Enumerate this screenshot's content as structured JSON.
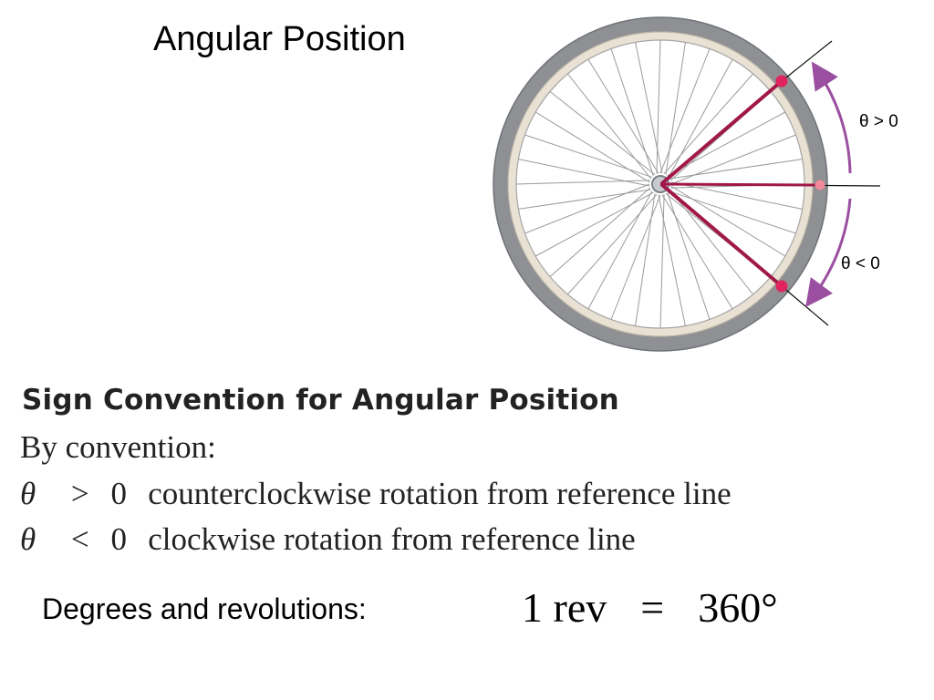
{
  "title": "Angular Position",
  "figure": {
    "label_positive": "θ > 0",
    "label_negative": "θ < 0",
    "colors": {
      "tire": "#8e9094",
      "rim": "#e9e1d3",
      "spoke": "#9a9a9a",
      "radius_line": "#a01848",
      "point": "#e0245e",
      "reference_point": "#f08a9a",
      "arrow": "#9b4fa0"
    }
  },
  "sign_convention": {
    "heading": "Sign Convention for Angular Position",
    "intro": "By convention:",
    "rules": [
      {
        "symbol": "θ",
        "operator": ">",
        "value": "0",
        "text": "counterclockwise rotation from reference line"
      },
      {
        "symbol": "θ",
        "operator": "<",
        "value": "0",
        "text": "clockwise rotation from reference line"
      }
    ]
  },
  "revolutions": {
    "label": "Degrees and revolutions:",
    "equation_left": "1 rev",
    "equation_equals": "=",
    "equation_right": "360°"
  }
}
